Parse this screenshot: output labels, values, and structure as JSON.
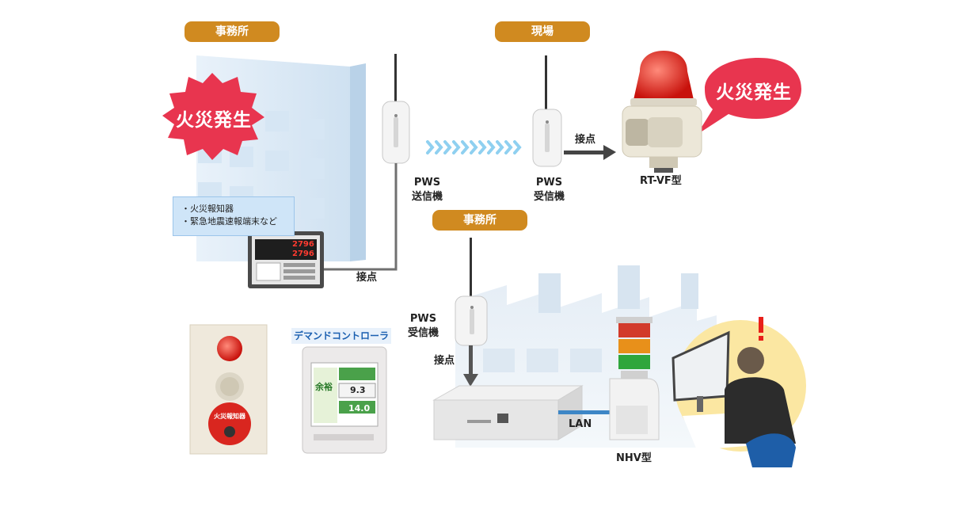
{
  "tags": {
    "office_top": "事務所",
    "site": "現場",
    "office_mid": "事務所"
  },
  "bursts": {
    "left": "火災発生",
    "right": "火災発生"
  },
  "info_box": [
    "・火災報知器",
    "・緊急地震速報端末など"
  ],
  "labels": {
    "pws_tx_line1": "PWS",
    "pws_tx_line2": "送信機",
    "pws_rx1_line1": "PWS",
    "pws_rx1_line2": "受信機",
    "contact_top": "接点",
    "rtvf": "RT-VF型",
    "contact_bottom_left": "接点",
    "pws_rx2_line1": "PWS",
    "pws_rx2_line2": "受信機",
    "contact_down": "接点",
    "lan": "LAN",
    "nhv": "NHV型",
    "demand_controller": "デマンドコントローラ",
    "fire_alarm_button": "火災報知器"
  },
  "panel_display": {
    "value_top": "2796",
    "value_bottom": "2796"
  },
  "demand_screen": {
    "status": "余裕",
    "value1": "9.3",
    "value2": "14.0"
  },
  "colors": {
    "tag_orange": "#d08a20",
    "burst_red": "#e8354f",
    "arrow_blue": "#8fd0f0",
    "lan_blue": "#3d86c6"
  }
}
